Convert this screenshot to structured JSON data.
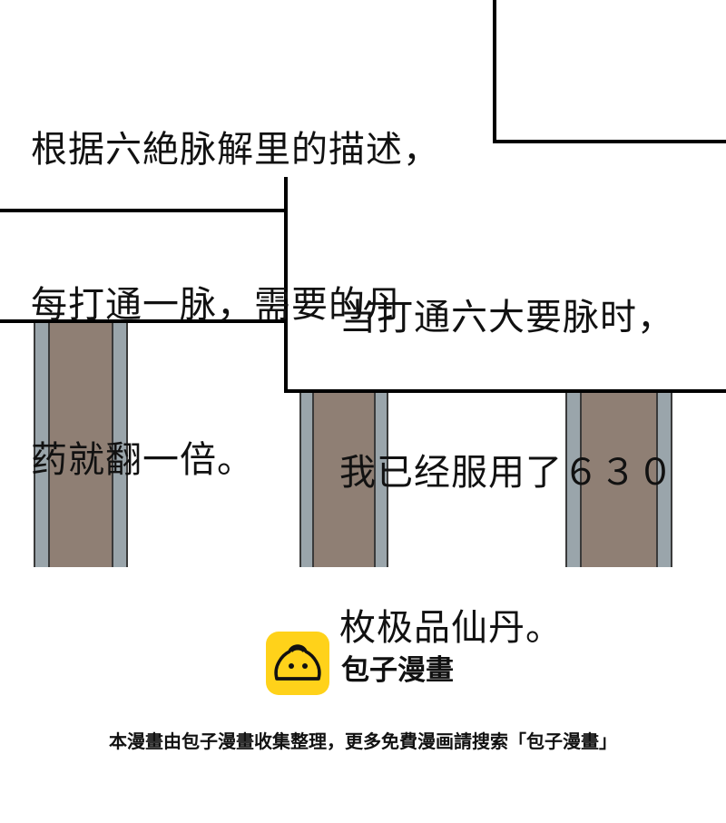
{
  "captions": {
    "first": [
      "根据六絶脉解里的描述，",
      "每打通一脉，需要的丹",
      "药就翻一倍。"
    ],
    "second": [
      "当打通六大要脉时，",
      "我已经服用了６３０",
      "枚极品仙丹。"
    ]
  },
  "logo": {
    "brand": "包子漫畫",
    "icon": "steamed-bun-icon"
  },
  "footer": {
    "text": "本漫畫由包子漫畫收集整理，更多免費漫画請搜索「包子漫畫」"
  },
  "colors": {
    "logo_bg": "#ffd21a",
    "pillar": "#8f7f74",
    "pillar_edge": "#9aa5ab"
  }
}
